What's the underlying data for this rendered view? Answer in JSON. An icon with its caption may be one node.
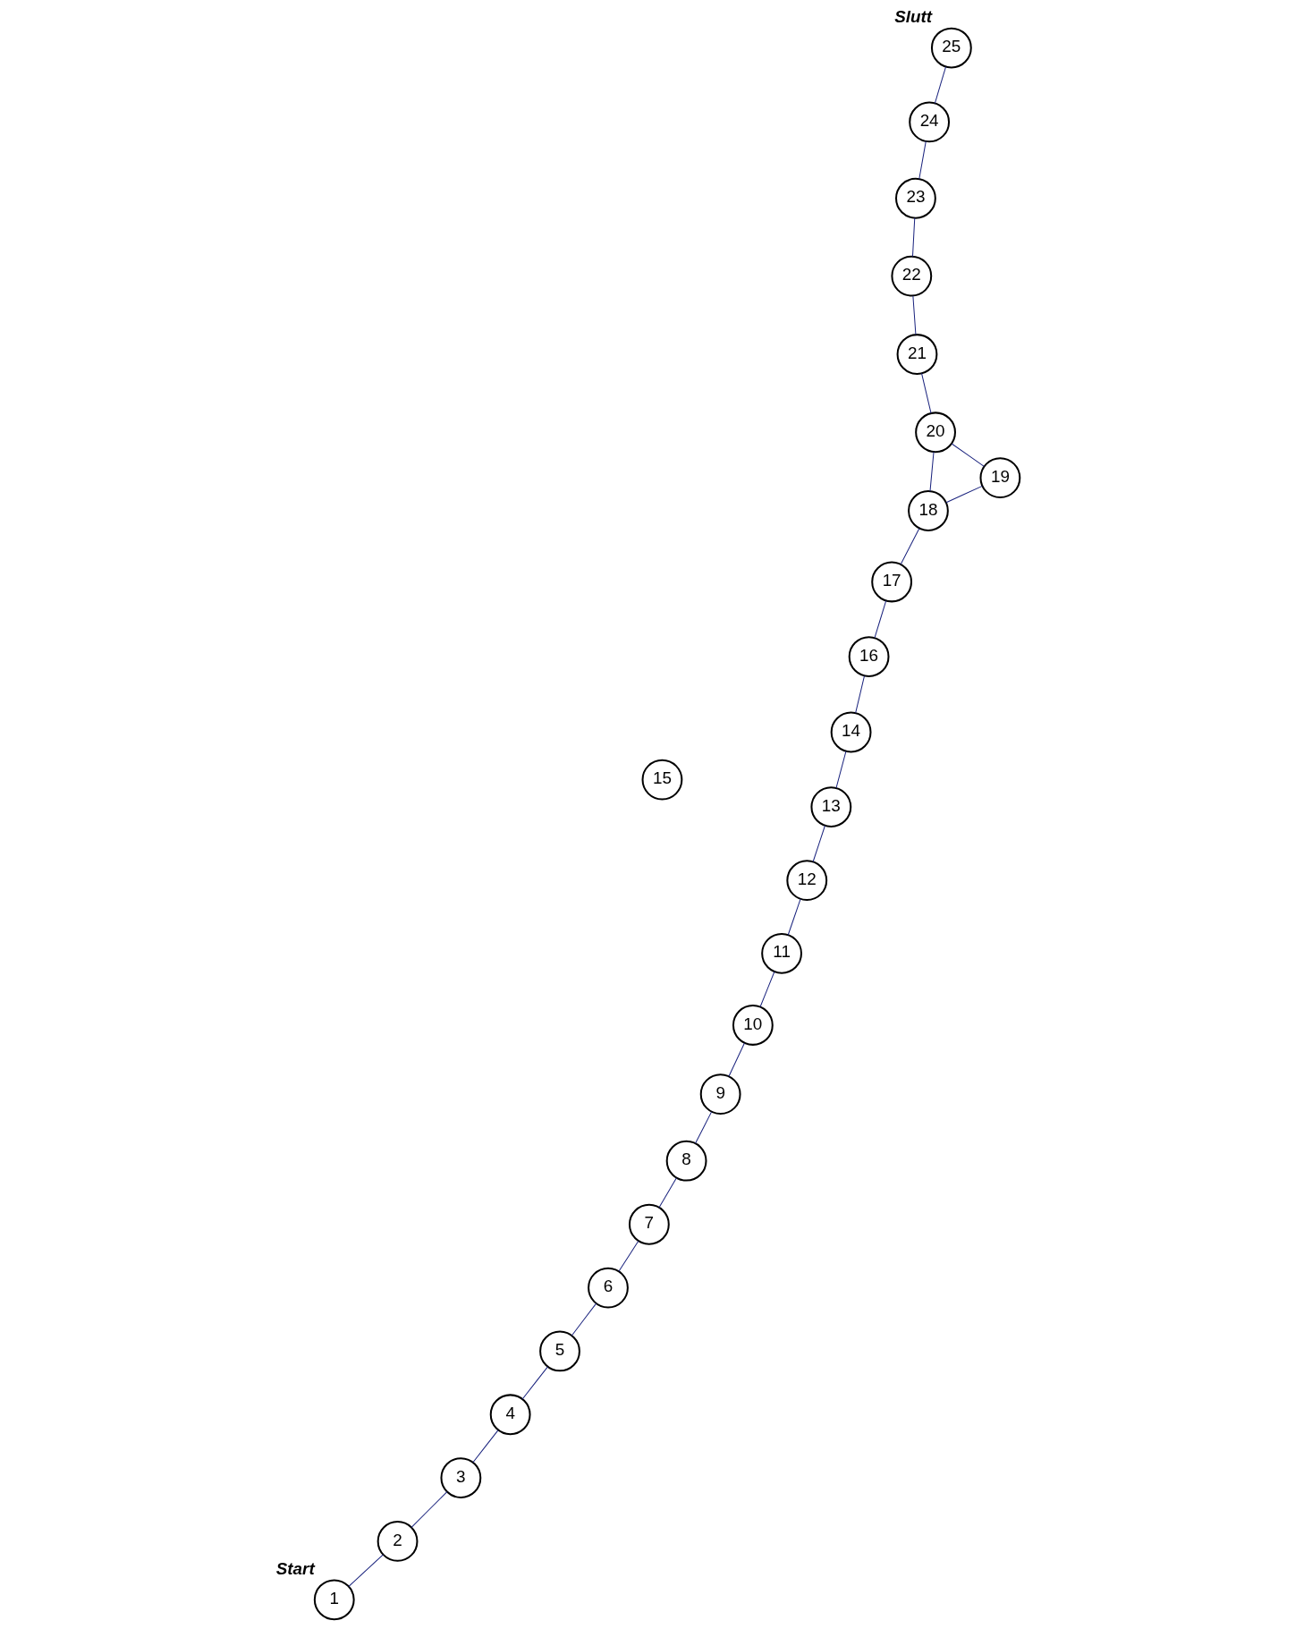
{
  "diagram": {
    "nodes": [
      {
        "text": [
          "1"
        ],
        "beside": [
          "Start"
        ]
      },
      {
        "text": [
          "2"
        ]
      },
      {
        "text": [
          "3"
        ]
      },
      {
        "text": [
          "4"
        ]
      },
      {
        "text": [
          "5"
        ]
      },
      {
        "text": [
          "6"
        ]
      },
      {
        "text": [
          "7"
        ]
      },
      {
        "text": [
          "8"
        ]
      },
      {
        "text": [
          "9"
        ]
      },
      {
        "text": [
          "10"
        ]
      },
      {
        "text": [
          "11"
        ]
      },
      {
        "text": [
          "12"
        ]
      },
      {
        "text": [
          "13"
        ]
      },
      {
        "text": [
          "14"
        ]
      },
      {
        "text": [
          "15"
        ]
      },
      {
        "text": [
          "16"
        ]
      },
      {
        "text": [
          "17"
        ]
      },
      {
        "text": [
          "18"
        ]
      },
      {
        "text": [
          "19"
        ]
      },
      {
        "text": [
          "20"
        ]
      },
      {
        "text": [
          "21"
        ]
      },
      {
        "text": [
          "22"
        ]
      },
      {
        "text": [
          "23"
        ]
      },
      {
        "text": [
          "24"
        ]
      },
      {
        "text": [
          "25"
        ],
        "beside": [
          "Slutt"
        ]
      }
    ],
    "edges": [
      {
        "from": 0,
        "to": 1,
        "arrow": "none"
      },
      {
        "from": 1,
        "to": 2,
        "arrow": "none"
      },
      {
        "from": 2,
        "to": 3,
        "arrow": "none"
      },
      {
        "from": 3,
        "to": 4,
        "arrow": "none"
      },
      {
        "from": 4,
        "to": 5,
        "arrow": "none"
      },
      {
        "from": 5,
        "to": 6,
        "arrow": "none"
      },
      {
        "from": 6,
        "to": 7,
        "arrow": "none"
      },
      {
        "from": 7,
        "to": 8,
        "arrow": "none"
      },
      {
        "from": 8,
        "to": 9,
        "arrow": "none"
      },
      {
        "from": 9,
        "to": 10,
        "arrow": "none"
      },
      {
        "from": 10,
        "to": 11,
        "arrow": "none"
      },
      {
        "from": 11,
        "to": 12,
        "arrow": "none"
      },
      {
        "from": 12,
        "to": 13,
        "arrow": "none"
      },
      {
        "from": 13,
        "to": 15,
        "arrow": "none"
      },
      {
        "from": 15,
        "to": 16,
        "arrow": "none"
      },
      {
        "from": 16,
        "to": 17,
        "arrow": "none"
      },
      {
        "from": 17,
        "to": 19,
        "arrow": "none"
      },
      {
        "from": 17,
        "to": 18,
        "arrow": "none"
      },
      {
        "from": 18,
        "to": 19,
        "arrow": "none"
      },
      {
        "from": 19,
        "to": 20,
        "arrow": "none"
      },
      {
        "from": 20,
        "to": 21,
        "arrow": "none"
      },
      {
        "from": 21,
        "to": 22,
        "arrow": "none"
      },
      {
        "from": 22,
        "to": 23,
        "arrow": "none"
      },
      {
        "from": 23,
        "to": 24,
        "arrow": "none"
      }
    ]
  }
}
